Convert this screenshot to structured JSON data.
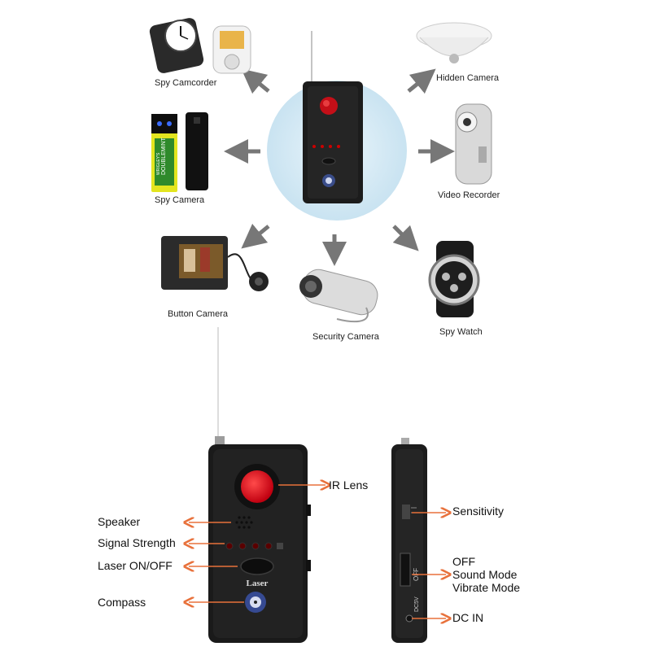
{
  "top_labels": {
    "spy_camcorder": "Spy Camcorder",
    "hidden_camera": "Hidden Camera",
    "spy_camera": "Spy Camera",
    "video_recorder": "Video Recorder",
    "button_camera": "Button Camera",
    "security_camera": "Security Camera",
    "spy_watch": "Spy Watch"
  },
  "device_front": {
    "laser_text": "Laser"
  },
  "gum_pack": {
    "brand": "DOUBLEMINT",
    "maker": "WRIGLEY'S"
  },
  "callouts_left": {
    "speaker": "Speaker",
    "signal_strength": "Signal Strength",
    "laser_on_off": "Laser ON/OFF",
    "compass": "Compass"
  },
  "callouts_right": {
    "ir_lens": "IR Lens",
    "sensitivity": "Sensitivity",
    "off": "OFF",
    "sound_mode": "Sound Mode",
    "vibrate_mode": "Vibrate Mode",
    "dc_in": "DC IN"
  },
  "side_device": {
    "switch_off": "OFF",
    "dc_label": "DC5V"
  },
  "colors": {
    "arrow": "#e8713b",
    "gray_arrow": "#777777",
    "device": "#1a1a1a",
    "lens": "#e8141c",
    "halo": "#d9ecf5"
  }
}
